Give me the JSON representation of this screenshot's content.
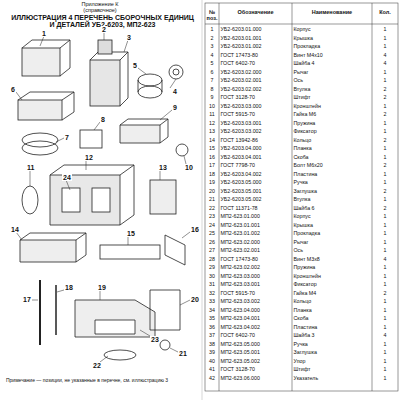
{
  "diagram": {
    "title": "ИЛЛЮСТРАЦИЯ 4 ПЕРЕЧЕНЬ СБОРОЧНЫХ ЕДИНИЦ И ДЕТАЛЕЙ УБ2-6203, МП2-623",
    "labels": [
      "Приложение К",
      "(справочное)",
      "1",
      "2",
      "3",
      "4",
      "5",
      "6",
      "7",
      "8",
      "9",
      "10",
      "11",
      "12",
      "13",
      "14",
      "15",
      "16",
      "17",
      "18",
      "19",
      "20",
      "21",
      "22",
      "23",
      "24",
      "Примечание — позиции, не указанные в перечне, см. иллюстрацию 3",
      "№ поз.",
      "Обозначение",
      "Наименование",
      "Кол.",
      "1",
      "УБ2-6203.01.000",
      "Корпус",
      "1",
      "2",
      "УБ2-6203.01.001",
      "Крышка",
      "1",
      "3",
      "УБ2-6203.01.002",
      "Прокладка",
      "1",
      "4",
      "ГОСТ 17473-80",
      "Винт М4х10",
      "4",
      "5",
      "ГОСТ 6402-70",
      "Шайба 4",
      "4",
      "6",
      "УБ2-6203.02.000",
      "Рычаг",
      "1",
      "7",
      "УБ2-6203.02.001",
      "Ось",
      "1",
      "8",
      "УБ2-6203.02.002",
      "Втулка",
      "2",
      "9",
      "ГОСТ 3128-70",
      "Штифт",
      "2",
      "10",
      "УБ2-6203.03.000",
      "Кронштейн",
      "1",
      "11",
      "ГОСТ 5915-70",
      "Гайка М6",
      "2",
      "12",
      "УБ2-6203.03.001",
      "Пружина",
      "1",
      "13",
      "УБ2-6203.03.002",
      "Фиксатор",
      "1",
      "14",
      "ГОСТ 13942-86",
      "Кольцо",
      "2",
      "15",
      "УБ2-6203.04.000",
      "Планка",
      "1",
      "16",
      "УБ2-6203.04.001",
      "Скоба",
      "1",
      "17",
      "ГОСТ 7798-70",
      "Болт М6х20",
      "2",
      "18",
      "УБ2-6203.04.002",
      "Пластина",
      "1",
      "19",
      "УБ2-6203.05.000",
      "Ручка",
      "1",
      "20",
      "УБ2-6203.05.001",
      "Заглушка",
      "2",
      "21",
      "УБ2-6203.05.002",
      "Втулка",
      "1",
      "22",
      "ГОСТ 11371-78",
      "Шайба 6",
      "2",
      "23",
      "МП2-623.01.000",
      "Корпус",
      "1",
      "24",
      "МП2-623.01.001",
      "Крышка",
      "1",
      "25",
      "МП2-623.01.002",
      "Прокладка",
      "1",
      "26",
      "МП2-623.02.000",
      "Рычаг",
      "1",
      "27",
      "МП2-623.02.001",
      "Ось",
      "1",
      "28",
      "ГОСТ 17473-80",
      "Винт М3х8",
      "4",
      "29",
      "МП2-623.02.002",
      "Пружина",
      "1",
      "30",
      "МП2-623.03.000",
      "Кронштейн",
      "1",
      "31",
      "МП2-623.03.001",
      "Фиксатор",
      "1",
      "32",
      "ГОСТ 5915-70",
      "Гайка М4",
      "2",
      "33",
      "МП2-623.03.002",
      "Кольцо",
      "1",
      "34",
      "МП2-623.04.000",
      "Планка",
      "1",
      "35",
      "МП2-623.04.001",
      "Скоба",
      "1",
      "36",
      "МП2-623.04.002",
      "Пластина",
      "1",
      "37",
      "ГОСТ 6402-70",
      "Шайба 3",
      "4",
      "38",
      "МП2-623.05.000",
      "Ручка",
      "1",
      "39",
      "МП2-623.05.001",
      "Заглушка",
      "1",
      "40",
      "МП2-623.05.002",
      "Упор",
      "1",
      "41",
      "ГОСТ 3128-70",
      "Штифт",
      "1",
      "42",
      "МП2-623.06.000",
      "Указатель",
      "1"
    ]
  }
}
